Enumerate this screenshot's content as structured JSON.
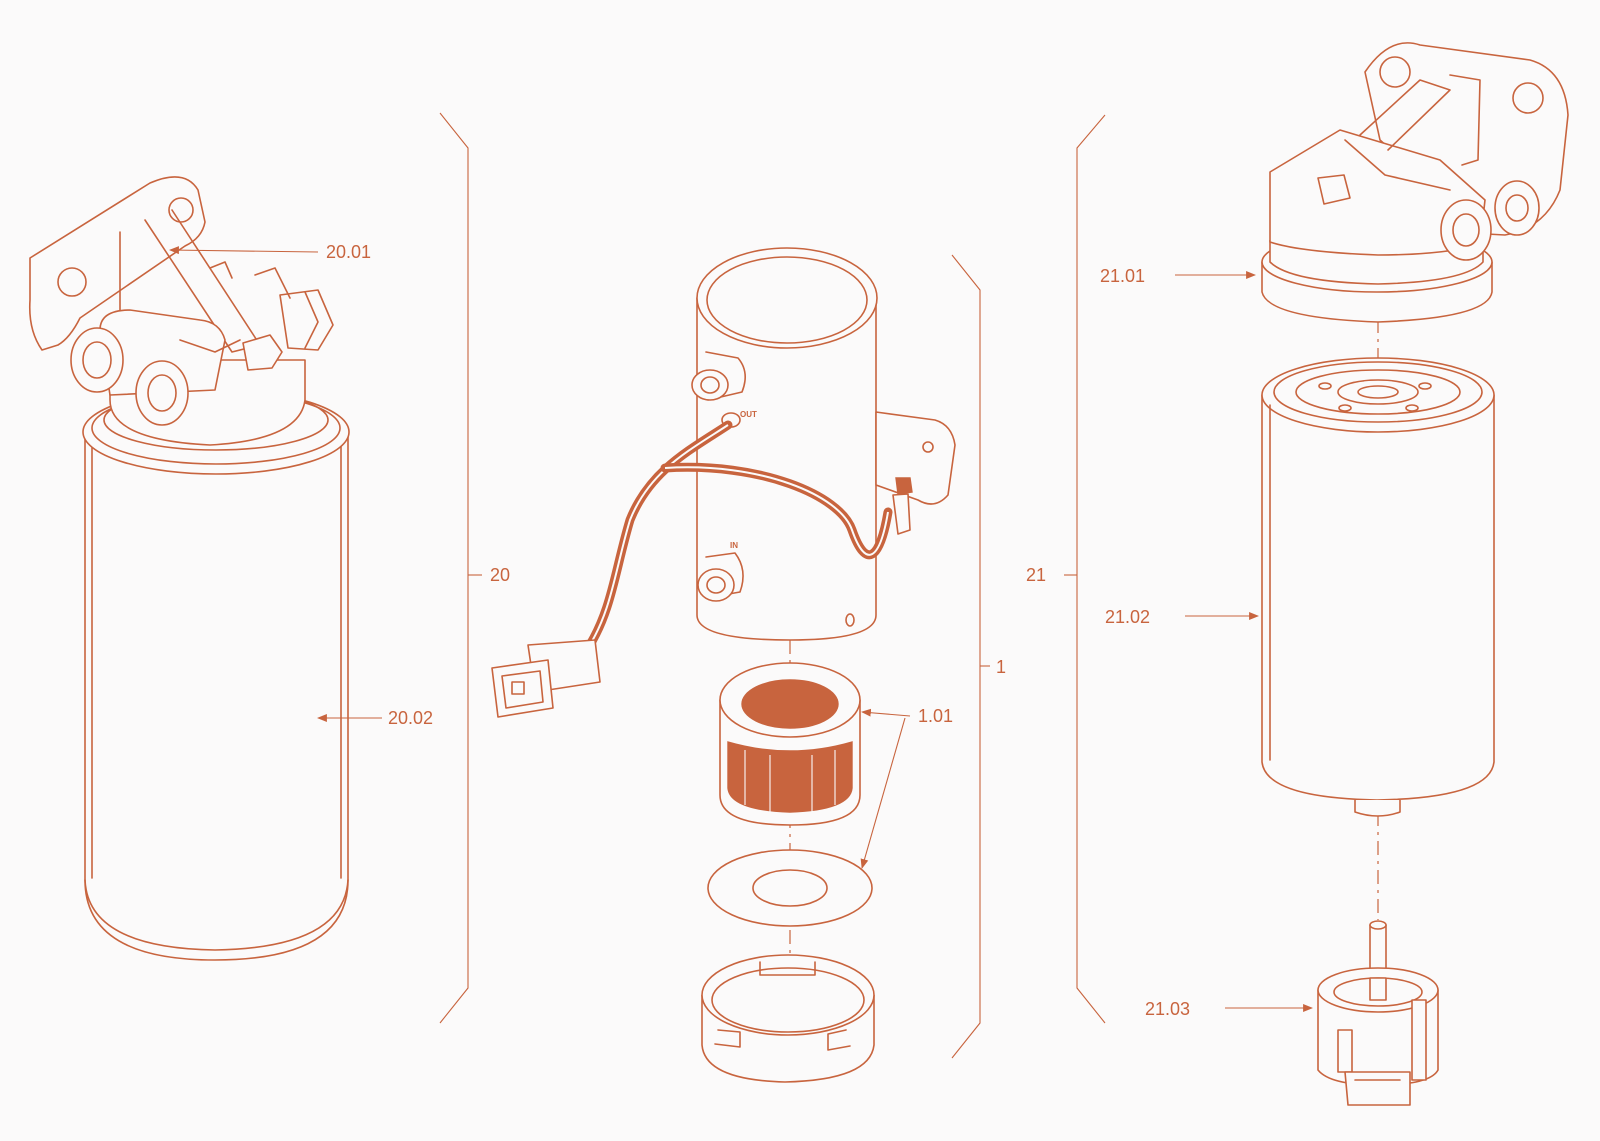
{
  "colors": {
    "line": "#c8643e",
    "background": "#fbfafa"
  },
  "assemblies": {
    "left": {
      "label": "20",
      "callouts": [
        "20.01",
        "20.02"
      ]
    },
    "center": {
      "label": "1",
      "callouts": [
        "1.01"
      ],
      "port_marks": [
        "OUT",
        "IN"
      ]
    },
    "right": {
      "label": "21",
      "callouts": [
        "21.01",
        "21.02",
        "21.03"
      ]
    }
  }
}
